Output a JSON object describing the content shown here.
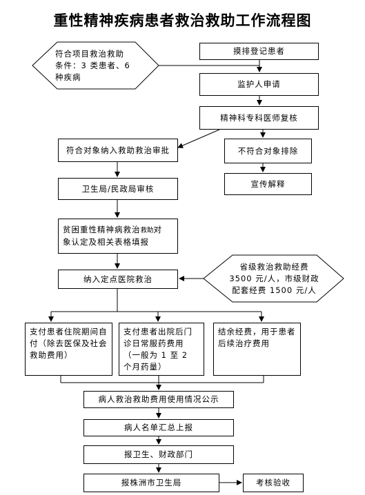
{
  "title": "重性精神疾病患者救治救助工作流程图",
  "nodes": {
    "screen": "摸排登记患者",
    "criteria_line1": "符合项目救治救助",
    "criteria_line2": "条件：3 类患者、6",
    "criteria_line3": "种疾病",
    "guardian_apply": "监护人申请",
    "psych_review": "精神科专科医师复核",
    "approve": "符合对象纳入救助救治审批",
    "exclude": "不符合对象排除",
    "explain": "宣传解释",
    "health_review": "卫生局/民政局审核",
    "confirm_line1": "贫困重性精神病救治",
    "confirm_small": "救助",
    "confirm_line1b": "对",
    "confirm_line2": "象认定及相关表格填报",
    "hospital": "纳入定点医院救治",
    "funding_line1": "省级救治救助经费",
    "funding_line2": "3500 元/人，市级财政",
    "funding_line3": "配套经费 1500 元/人",
    "pay_inpatient": "支付患者住院期间自付（除去医保及社会救助费用）",
    "pay_outpatient": "支付患者出院后门诊日常服药费用（一般为 1 至 2 个月药量）",
    "balance": "结余经费，用于患者后续治疗费用",
    "publicize": "病人救治救助费用使用情况公示",
    "summary": "病人名单汇总上报",
    "report_dept": "报卫生、财政部门",
    "report_city": "报株洲市卫生局",
    "inspect": "考核验收"
  }
}
